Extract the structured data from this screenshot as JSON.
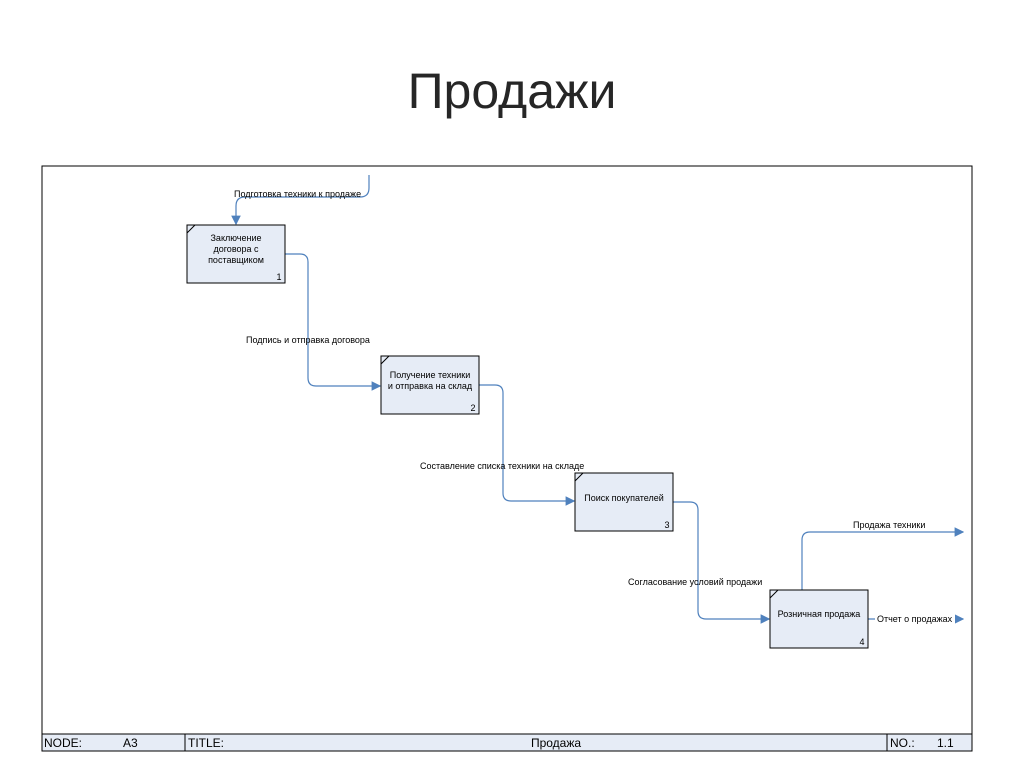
{
  "slide_title": "Продажи",
  "diagram": {
    "boxes": [
      {
        "lines": [
          "Заключение",
          "договора с",
          "поставщиком"
        ],
        "number": "1"
      },
      {
        "lines": [
          "Получение техники",
          "и отправка на склад"
        ],
        "number": "2"
      },
      {
        "lines": [
          "Поиск покупателей"
        ],
        "number": "3"
      },
      {
        "lines": [
          "Розничная продажа"
        ],
        "number": "4"
      }
    ],
    "arrows": {
      "input": "Подготовка техники к продаже",
      "a12": "Подпись и отправка договора",
      "a23": "Составление списка техники на складе",
      "a34": "Согласование условий продажи",
      "out_top": "Продажа техники",
      "out_right": "Отчет о продажах"
    }
  },
  "footer": {
    "node_label": "NODE:",
    "node_value": "A3",
    "title_label": "TITLE:",
    "title_value": "Продажа",
    "no_label": "NO.:",
    "no_value": "1.1"
  },
  "colors": {
    "arrow": "#4f81bd",
    "box": "#e6ecf6"
  }
}
